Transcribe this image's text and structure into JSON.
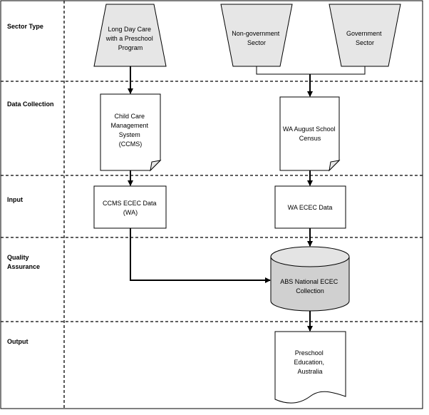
{
  "lanes": [
    {
      "id": "sector-type",
      "label": "Sector Type"
    },
    {
      "id": "data-collection",
      "label": "Data Collection"
    },
    {
      "id": "input",
      "label": "Input"
    },
    {
      "id": "quality-assurance",
      "label_lines": [
        "Quality",
        "Assurance"
      ]
    },
    {
      "id": "output",
      "label": "Output"
    }
  ],
  "nodes": {
    "long_day_care": {
      "lines": [
        "Long Day Care",
        "with a Preschool",
        "Program"
      ]
    },
    "non_government": {
      "lines": [
        "Non-government",
        "Sector"
      ]
    },
    "government": {
      "lines": [
        "Government",
        "Sector"
      ]
    },
    "ccms": {
      "lines": [
        "Child Care",
        "Management",
        "System",
        "(CCMS)"
      ]
    },
    "wa_census": {
      "lines": [
        "WA August School",
        "Census"
      ]
    },
    "ccms_ecec": {
      "lines": [
        "CCMS ECEC Data",
        "(WA)"
      ]
    },
    "wa_ecec": {
      "lines": [
        "WA ECEC Data"
      ]
    },
    "abs_collection": {
      "lines": [
        "ABS National ECEC",
        "Collection"
      ]
    },
    "preschool_output": {
      "lines": [
        "Preschool",
        "Education,",
        "Australia"
      ]
    }
  }
}
